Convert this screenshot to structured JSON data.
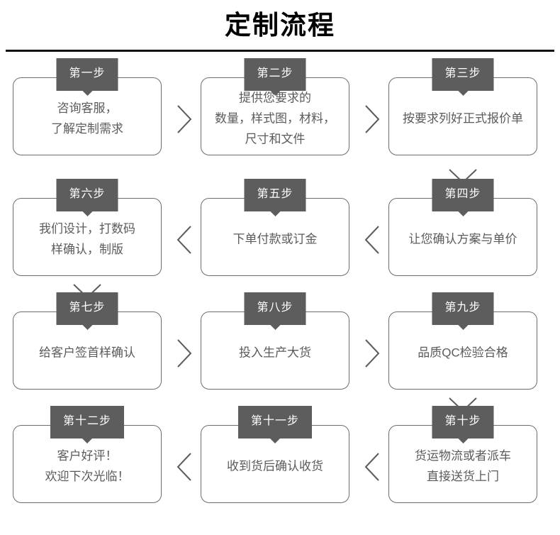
{
  "title": "定制流程",
  "rows": [
    {
      "direction": "left-to-right",
      "cards": [
        {
          "step": "第一步",
          "lines": [
            "咨询客服，",
            "了解定制需求"
          ]
        },
        {
          "step": "第二步",
          "lines": [
            "提供您要求的",
            "数量，样式图，材料，",
            "尺寸和文件"
          ]
        },
        {
          "step": "第三步",
          "lines": [
            "按要求列好正式报价单"
          ]
        }
      ]
    },
    {
      "direction": "right-to-left",
      "cards": [
        {
          "step": "第六步",
          "lines": [
            "我们设计，打数码",
            "样确认，制版"
          ]
        },
        {
          "step": "第五步",
          "lines": [
            "下单付款或订金"
          ]
        },
        {
          "step": "第四步",
          "lines": [
            "让您确认方案与单价"
          ]
        }
      ]
    },
    {
      "direction": "left-to-right",
      "cards": [
        {
          "step": "第七步",
          "lines": [
            "给客户签首样确认"
          ]
        },
        {
          "step": "第八步",
          "lines": [
            "投入生产大货"
          ]
        },
        {
          "step": "第九步",
          "lines": [
            "品质QC检验合格"
          ]
        }
      ]
    },
    {
      "direction": "right-to-left",
      "cards": [
        {
          "step": "第十二步",
          "lines": [
            "客户好评！",
            "欢迎下次光临！"
          ]
        },
        {
          "step": "第十一步",
          "lines": [
            "收到货后确认收货"
          ]
        },
        {
          "step": "第十步",
          "lines": [
            "货运物流或者派车",
            "直接送货上门"
          ]
        }
      ]
    }
  ],
  "connectors": {
    "row1_h1": "chevron-right",
    "row1_h2": "chevron-right",
    "row2_h1": "chevron-left",
    "row2_h2": "chevron-left",
    "row3_h1": "chevron-right",
    "row3_h2": "chevron-right",
    "row4_h1": "chevron-left",
    "row4_h2": "chevron-left",
    "v_row1_to_row2": "chevron-down",
    "v_row2_to_row3": "chevron-down",
    "v_row3_to_row4": "chevron-down"
  },
  "colors": {
    "badge_background": "#5d5d5d",
    "badge_text": "#ffffff",
    "card_border": "#6d6d6d",
    "card_text": "#5b5b5b",
    "title_text": "#000000",
    "rule": "#111111"
  }
}
